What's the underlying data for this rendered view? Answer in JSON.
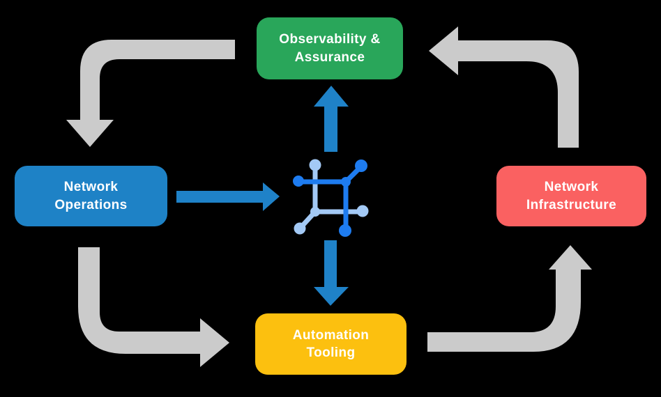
{
  "diagram": {
    "background": "#000000",
    "nodes": {
      "observability": {
        "label": "Observability &\nAssurance",
        "color": "#29A65A"
      },
      "network_operations": {
        "label": "Network\nOperations",
        "color": "#1E82C6"
      },
      "network_infrastructure": {
        "label": "Network\nInfrastructure",
        "color": "#FA6161"
      },
      "automation_tooling": {
        "label": "Automation\nTooling",
        "color": "#FCC00F"
      }
    },
    "colors": {
      "arrow_gray": "#CBCBCB",
      "arrow_blue": "#1F82C8",
      "icon_dark_blue": "#1E7CF0",
      "icon_light_blue": "#A3C9F5",
      "text": "#FFFFFF"
    }
  }
}
